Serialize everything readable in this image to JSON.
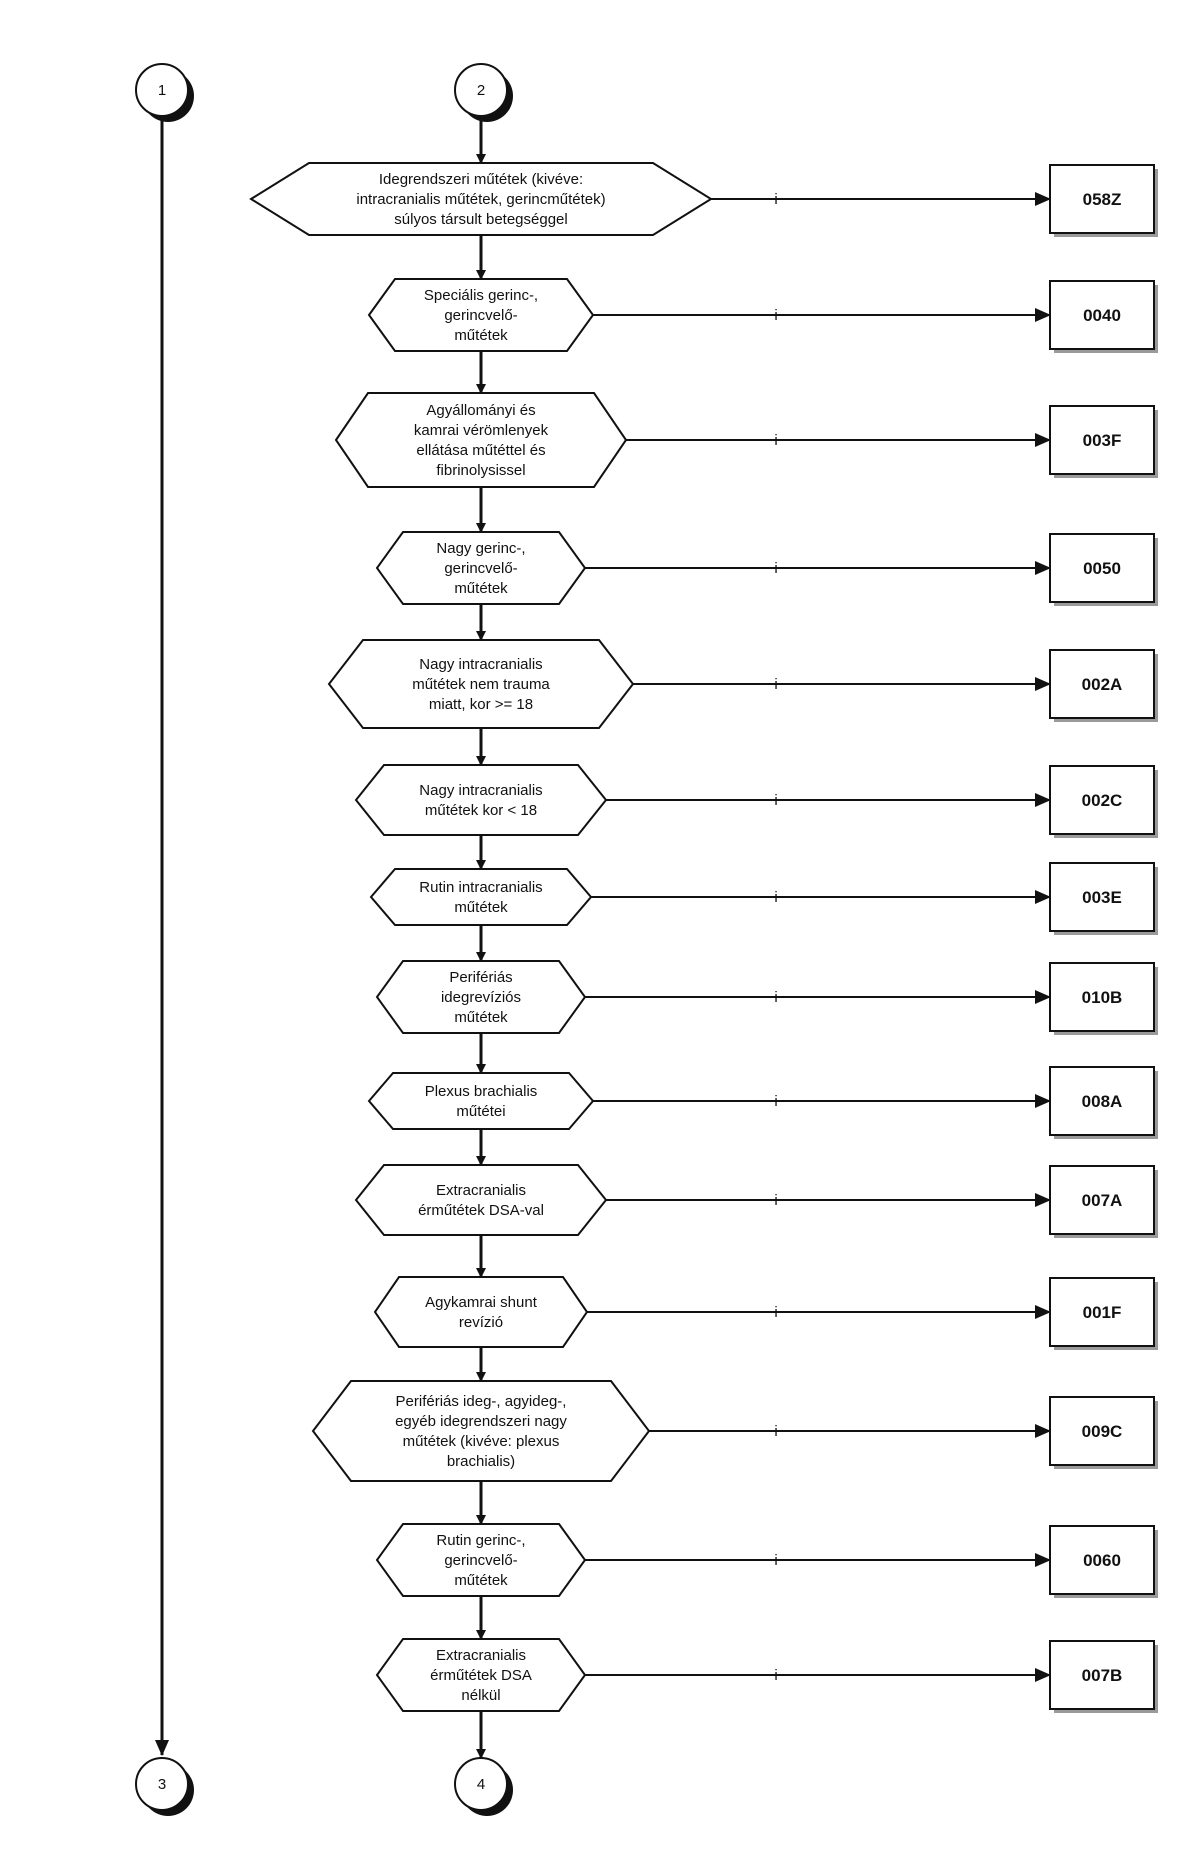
{
  "connectors": {
    "top_left": "1",
    "top_right": "2",
    "bottom_left": "3",
    "bottom_right": "4"
  },
  "edge_label": "i",
  "steps": [
    {
      "lines": [
        "Idegrendszeri műtétek (kivéve:",
        "intracranialis műtétek, gerincműtétek)",
        "súlyos társult betegséggel"
      ],
      "code": "058Z"
    },
    {
      "lines": [
        "Speciális  gerinc-,",
        "gerincvelő-",
        "műtétek"
      ],
      "code": "0040"
    },
    {
      "lines": [
        "Agyállományi és",
        "kamrai vérömlenyek",
        "ellátása műtéttel és",
        "fibrinolysissel"
      ],
      "code": "003F"
    },
    {
      "lines": [
        "Nagy gerinc-,",
        "gerincvelő-",
        "műtétek"
      ],
      "code": "0050"
    },
    {
      "lines": [
        "Nagy intracranialis",
        "műtétek nem  trauma",
        "miatt, kor >= 18"
      ],
      "code": "002A"
    },
    {
      "lines": [
        "Nagy intracranialis",
        "műtétek kor < 18"
      ],
      "code": "002C"
    },
    {
      "lines": [
        "Rutin intracranialis",
        "műtétek"
      ],
      "code": "003E"
    },
    {
      "lines": [
        "Perifériás",
        "idegrevíziós",
        "műtétek"
      ],
      "code": "010B"
    },
    {
      "lines": [
        "Plexus brachialis",
        "műtétei"
      ],
      "code": "008A"
    },
    {
      "lines": [
        "Extracranialis",
        "érműtétek DSA-val"
      ],
      "code": "007A"
    },
    {
      "lines": [
        "Agykamrai shunt",
        "revízió"
      ],
      "code": "001F"
    },
    {
      "lines": [
        "Perifériás ideg-, agyideg-,",
        "egyéb idegrendszeri nagy",
        "műtétek (kivéve: plexus",
        "brachialis)"
      ],
      "code": "009C"
    },
    {
      "lines": [
        "Rutin gerinc-,",
        "gerincvelő-",
        "műtétek"
      ],
      "code": "0060"
    },
    {
      "lines": [
        "Extracranialis",
        "érműtétek DSA",
        "nélkül"
      ],
      "code": "007B"
    }
  ]
}
